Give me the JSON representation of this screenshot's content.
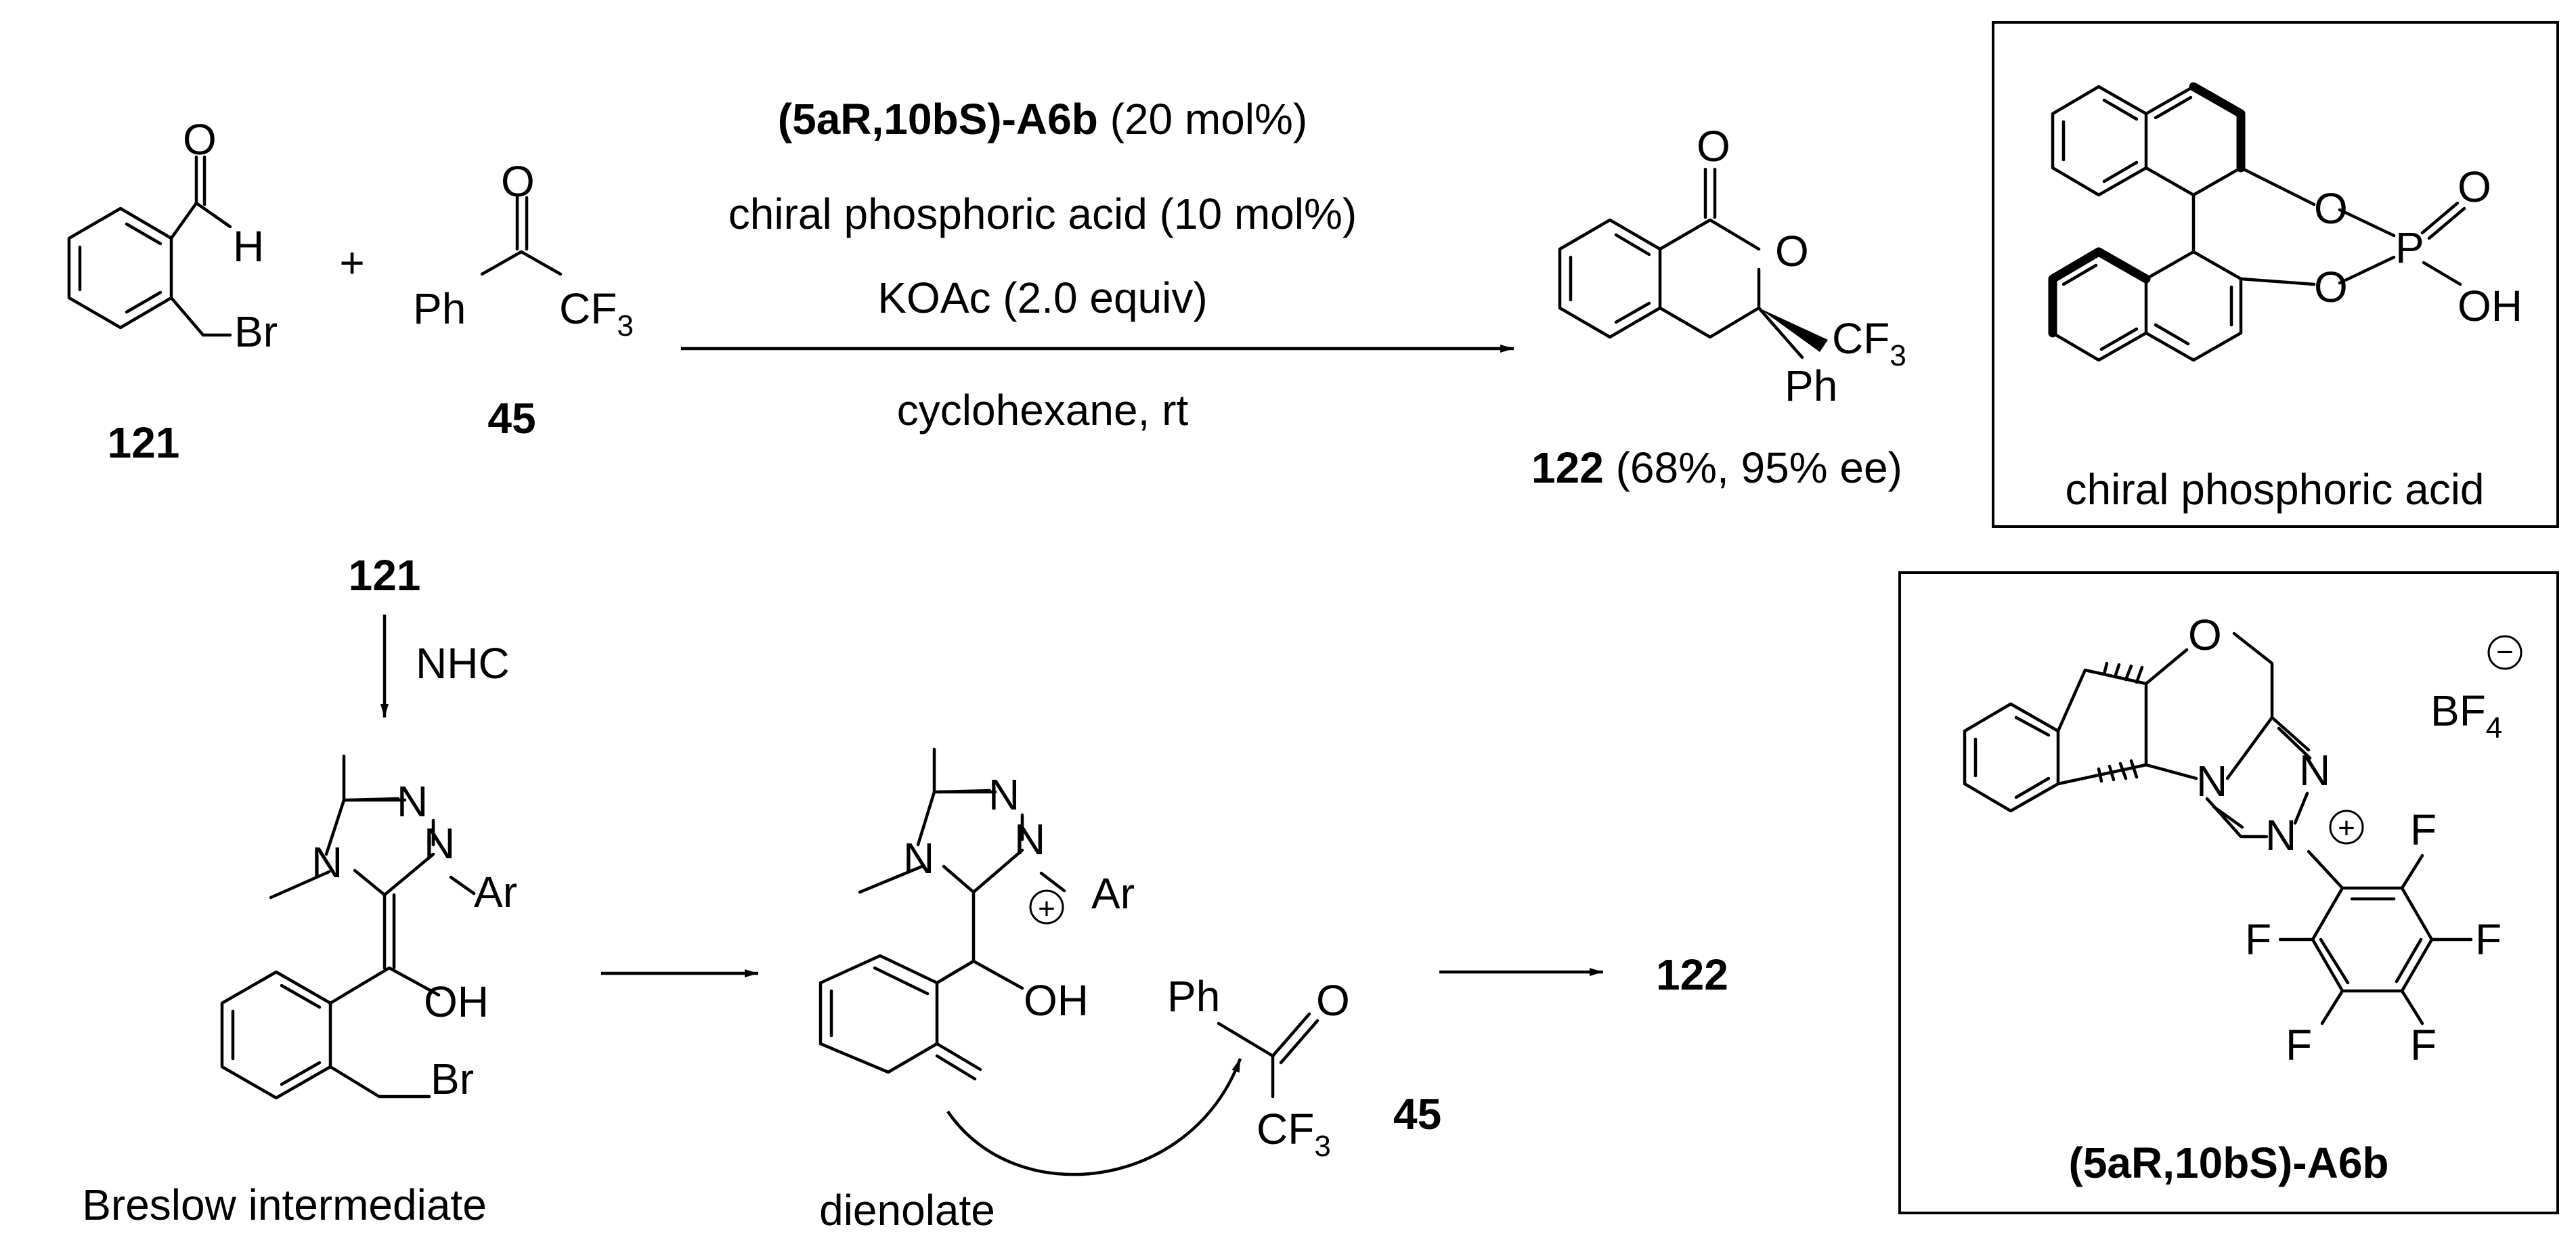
{
  "reaction": {
    "catalyst_bold": "(5aR,10bS)-A6b",
    "catalyst_loading": " (20 mol%)",
    "cpa_line": "chiral phosphoric acid (10 mol%)",
    "base_line": "KOAc (2.0 equiv)",
    "solvent_line": "cyclohexane, rt",
    "plus": "+"
  },
  "compounds": {
    "c121": "121",
    "c45": "45",
    "c122": "122",
    "c122_result": " (68%, 95% ee)",
    "c121_mech": "121",
    "c45_mech": "45",
    "c122_mech": "122"
  },
  "mechanism": {
    "nhc_label": "NHC",
    "breslow_label": "Breslow intermediate",
    "dienolate_label": "dienolate"
  },
  "boxes": {
    "cpa_title": "chiral phosphoric acid",
    "a6b_title": "(5aR,10bS)-A6b"
  },
  "atoms": {
    "O": "O",
    "H": "H",
    "Br": "Br",
    "Ph": "Ph",
    "CF": "CF",
    "sub3": "3",
    "N": "N",
    "Ar": "Ar",
    "OH": "OH",
    "P": "P",
    "BF": "BF",
    "sub4": "4",
    "F": "F",
    "plus_charge": "+",
    "minus_charge": "−"
  }
}
